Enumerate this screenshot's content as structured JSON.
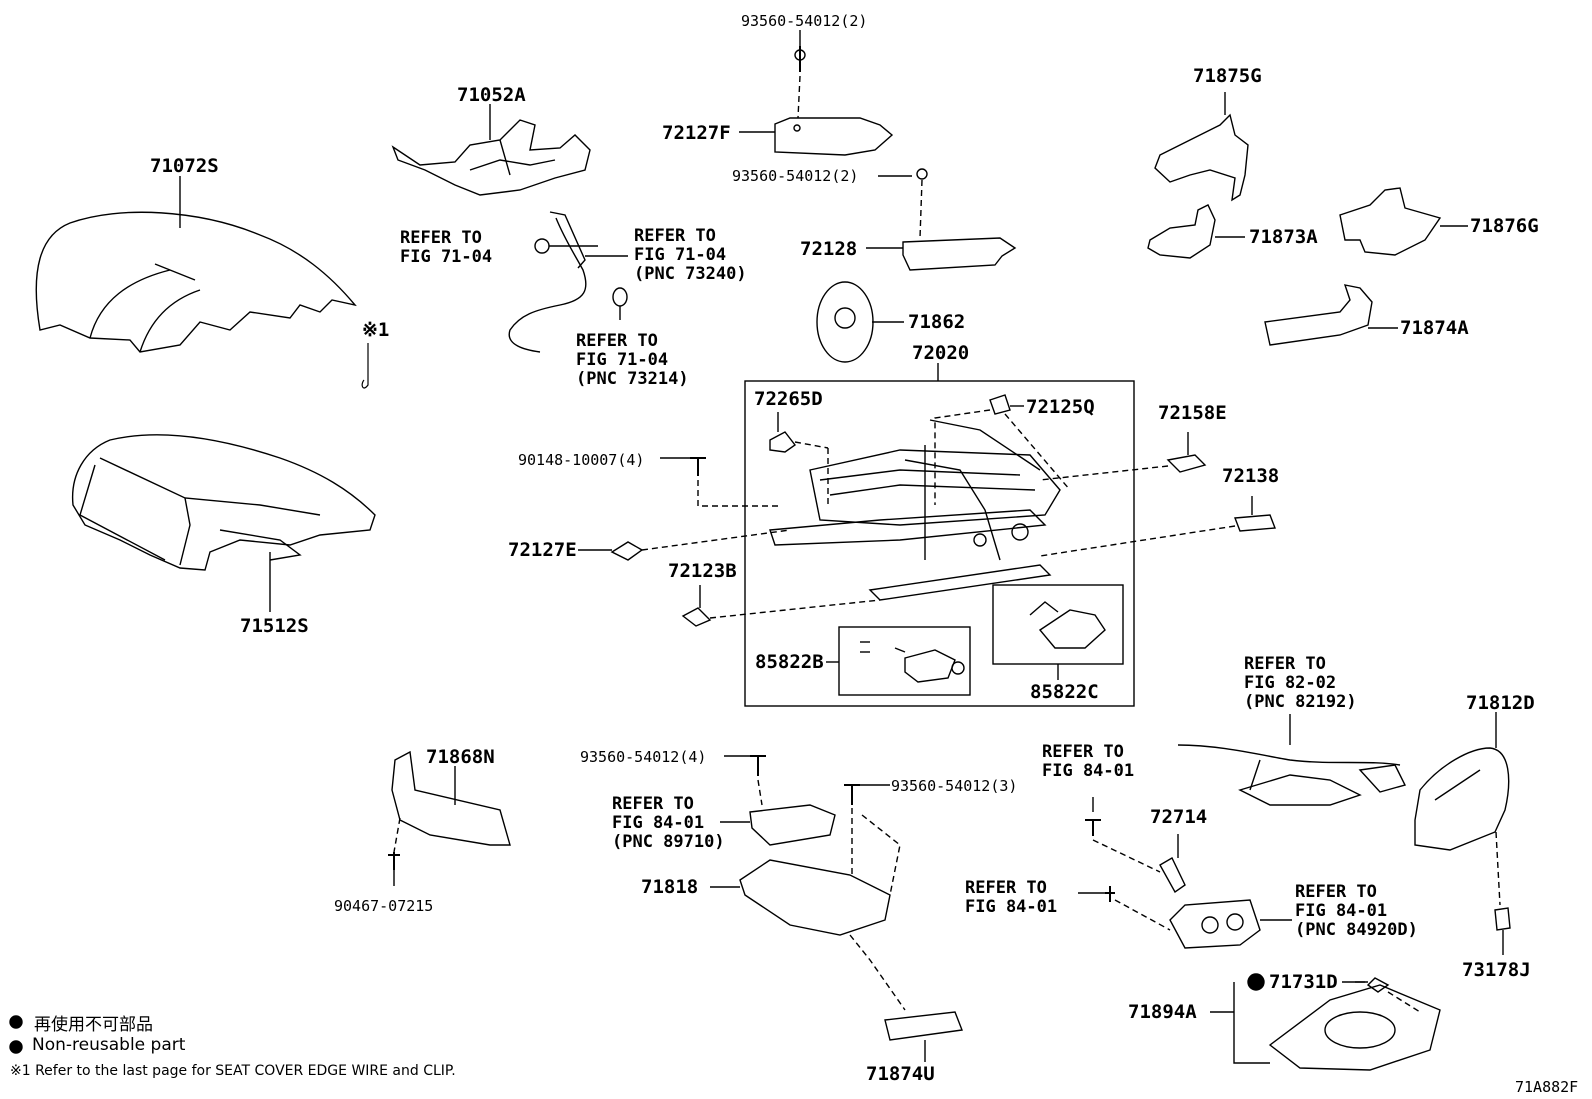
{
  "diagram_id": "71A882F",
  "parts": {
    "p71072S": "71072S",
    "p71512S": "71512S",
    "p71052A": "71052A",
    "p93560_top": "93560-54012(2)",
    "p72127F": "72127F",
    "p93560_mid": "93560-54012(2)",
    "p72128": "72128",
    "p71875G": "71875G",
    "p71873A": "71873A",
    "p71876G": "71876G",
    "p71874A": "71874A",
    "p71862": "71862",
    "p72020": "72020",
    "p72265D": "72265D",
    "p72125Q": "72125Q",
    "p72158E": "72158E",
    "p72138": "72138",
    "p90148": "90148-10007(4)",
    "p72127E": "72127E",
    "p72123B": "72123B",
    "p85822B": "85822B",
    "p85822C": "85822C",
    "p71868N": "71868N",
    "p90467": "90467-07215",
    "p93560_4": "93560-54012(4)",
    "p93560_3": "93560-54012(3)",
    "p71818": "71818",
    "p71874U": "71874U",
    "p72714": "72714",
    "p71812D": "71812D",
    "p73178J": "73178J",
    "p71731D": "71731D",
    "p71894A": "71894A",
    "clip_mark": "※1"
  },
  "refs": {
    "r1": "REFER TO\nFIG 71-04",
    "r2": "REFER TO\nFIG 71-04\n(PNC 73240)",
    "r3": "REFER TO\nFIG 71-04\n(PNC 73214)",
    "r4": "REFER TO\nFIG 84-01\n(PNC 89710)",
    "r5": "REFER TO\nFIG 82-02\n(PNC 82192)",
    "r6": "REFER TO\nFIG 84-01",
    "r7": "REFER TO\nFIG 84-01",
    "r8": "REFER TO\nFIG 84-01\n(PNC 84920D)"
  },
  "legend": {
    "jp": "再使用不可部品",
    "en": "Non-reusable part",
    "footnote": "※1 Refer to the last page for SEAT COVER EDGE WIRE and CLIP."
  }
}
